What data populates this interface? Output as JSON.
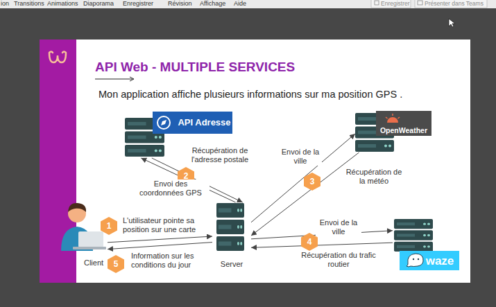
{
  "diagram": {
    "title": "API Web - MULTIPLE SERVICES",
    "nodes": [
      {
        "text": [
          "API Adresse"
        ]
      },
      {
        "text": [
          "OpenWeather"
        ]
      },
      {
        "text": [
          "Client"
        ]
      },
      {
        "text": [
          "Server"
        ]
      },
      {
        "text": [
          "waze"
        ]
      }
    ],
    "edges": [
      {
        "from": 2,
        "to": 3,
        "arrow": "to",
        "label": "L'utilisateur pointe sa position sur une carte"
      },
      {
        "from": 3,
        "to": 0,
        "arrow": "to",
        "label": "Envoi des coordonnées GPS"
      },
      {
        "from": 0,
        "to": 3,
        "arrow": "to",
        "label": "Récupération de l'adresse postale"
      },
      {
        "from": 3,
        "to": 1,
        "arrow": "to",
        "label": "Envoi de la ville"
      },
      {
        "from": 1,
        "to": 3,
        "arrow": "to",
        "label": "Récupération de la météo"
      },
      {
        "from": 3,
        "to": 4,
        "arrow": "to",
        "label": "Envoi de la ville"
      },
      {
        "from": 4,
        "to": 3,
        "arrow": "to",
        "label": "Récupération du trafic routier"
      },
      {
        "from": 3,
        "to": 2,
        "arrow": "to",
        "label": "Information sur les conditions du jour"
      }
    ],
    "labels": [
      "ion",
      "Transitions",
      "Animations",
      "Diaporama",
      "Enregistrer",
      "Révision",
      "Affichage",
      "Aide",
      "Enregistrer",
      "Présenter dans Teams",
      "Mon application affiche plusieurs informations sur ma position GPS .",
      "1",
      "2",
      "3",
      "4",
      "5"
    ]
  }
}
